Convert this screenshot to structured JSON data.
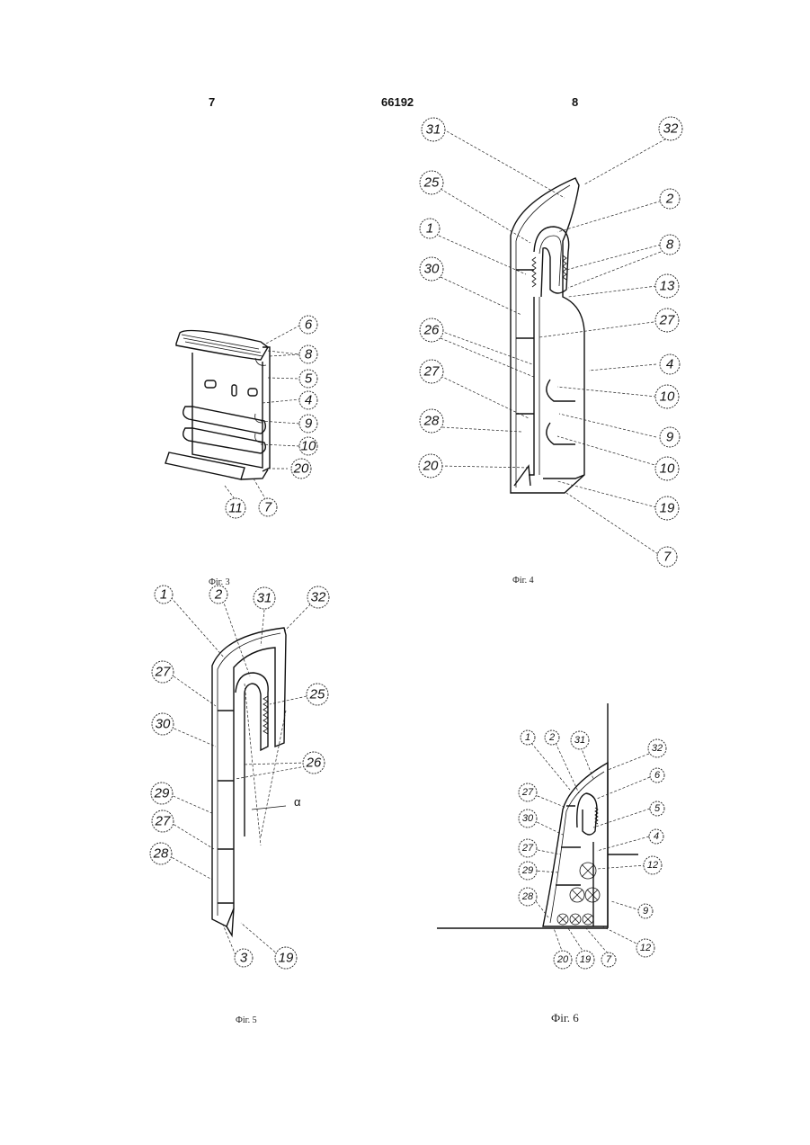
{
  "header": {
    "left_page": "7",
    "patent_number": "66192",
    "right_page": "8"
  },
  "figures": [
    {
      "caption": "Фіг. 3",
      "labels": [
        "6",
        "8",
        "5",
        "4",
        "9",
        "10",
        "20",
        "11",
        "7"
      ]
    },
    {
      "caption": "Фіг. 4",
      "labels": [
        "31",
        "32",
        "25",
        "2",
        "1",
        "8",
        "30",
        "13",
        "27",
        "26",
        "4",
        "10",
        "27",
        "9",
        "28",
        "10",
        "20",
        "19",
        "7"
      ]
    },
    {
      "caption": "Фіг. 5",
      "labels": [
        "1",
        "2",
        "31",
        "32",
        "27",
        "25",
        "30",
        "26",
        "29",
        "27",
        "28",
        "3",
        "19"
      ],
      "angle_label": "α"
    },
    {
      "caption": "Фіг. 6",
      "labels": [
        "1",
        "2",
        "31",
        "32",
        "6",
        "27",
        "5",
        "30",
        "4",
        "27",
        "12",
        "29",
        "9",
        "28",
        "12",
        "20",
        "19",
        "7"
      ]
    }
  ]
}
